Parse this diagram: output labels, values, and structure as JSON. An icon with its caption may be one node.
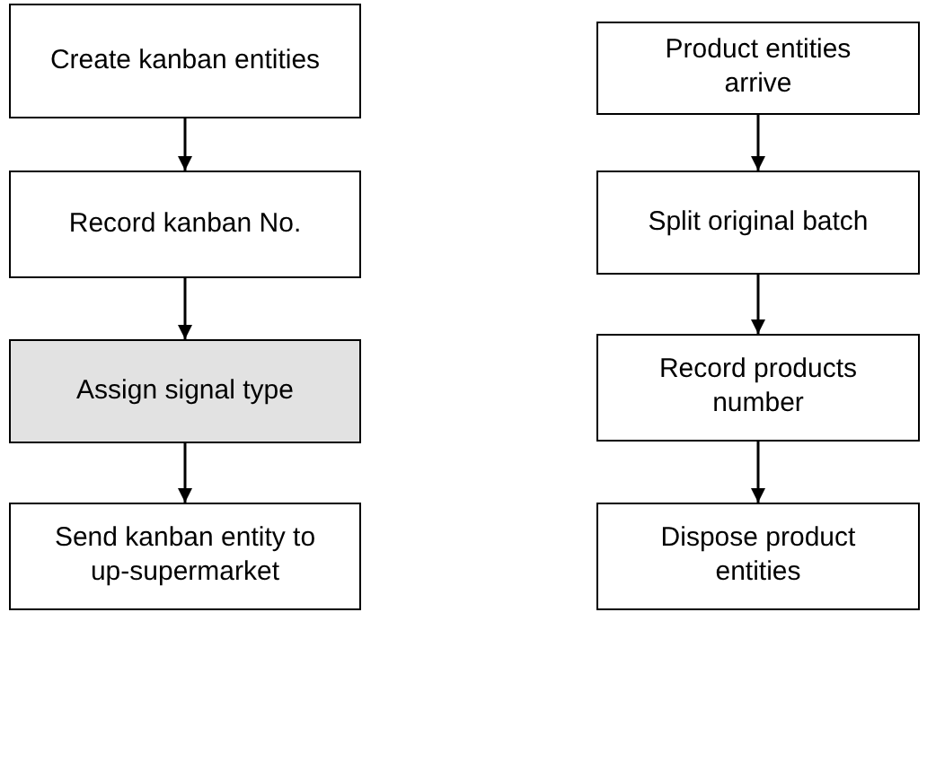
{
  "diagram": {
    "nodes": [
      {
        "text": [
          "Create kanban entities"
        ]
      },
      {
        "text": [
          "Record kanban No."
        ]
      },
      {
        "text": [
          "Assign signal type"
        ]
      },
      {
        "text": [
          "Send kanban entity to up-supermarket"
        ]
      },
      {
        "text": [
          "Product entities arrive"
        ]
      },
      {
        "text": [
          "Split original batch"
        ]
      },
      {
        "text": [
          "Record products number"
        ]
      },
      {
        "text": [
          "Dispose product entities"
        ]
      }
    ],
    "edges": [
      {
        "from": 0,
        "to": 1,
        "arrow": "to"
      },
      {
        "from": 1,
        "to": 2,
        "arrow": "to"
      },
      {
        "from": 2,
        "to": 3,
        "arrow": "to"
      },
      {
        "from": 4,
        "to": 5,
        "arrow": "to"
      },
      {
        "from": 5,
        "to": 6,
        "arrow": "to"
      },
      {
        "from": 6,
        "to": 7,
        "arrow": "to"
      }
    ]
  }
}
